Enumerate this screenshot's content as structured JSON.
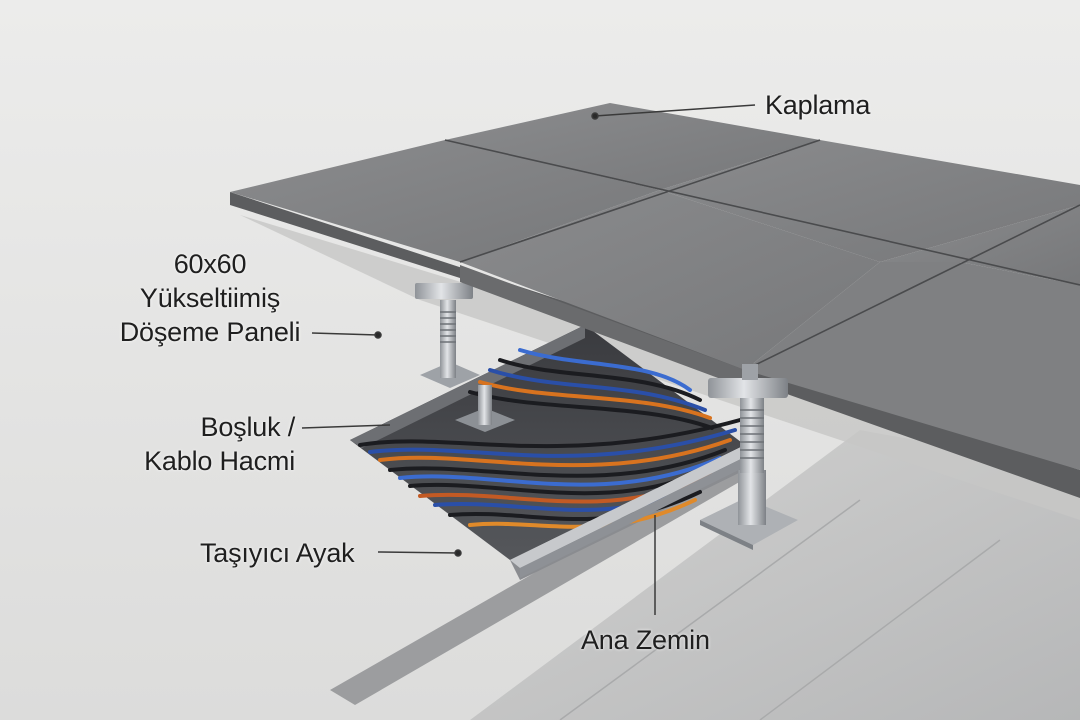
{
  "labels": {
    "kaplama": "Kaplama",
    "panel_line1": "60x60",
    "panel_line2": "Yükseltiimiş",
    "panel_line3": "Döşeme Paneli",
    "bosluk_line1": "Boşluk /",
    "bosluk_line2": "Kablo Hacmi",
    "ayak": "Taşıyıcı Ayak",
    "zemin": "Ana Zemin"
  },
  "colors": {
    "background": "#e6e6e5",
    "tile": "#8d8e8f",
    "tile_edge": "#5c5d5f",
    "steel": "#b9bcc0",
    "leader_line": "#3a3a3a",
    "cable_blue": "#2a4fa8",
    "cable_orange": "#d8731f",
    "cable_black": "#1b1c20"
  }
}
